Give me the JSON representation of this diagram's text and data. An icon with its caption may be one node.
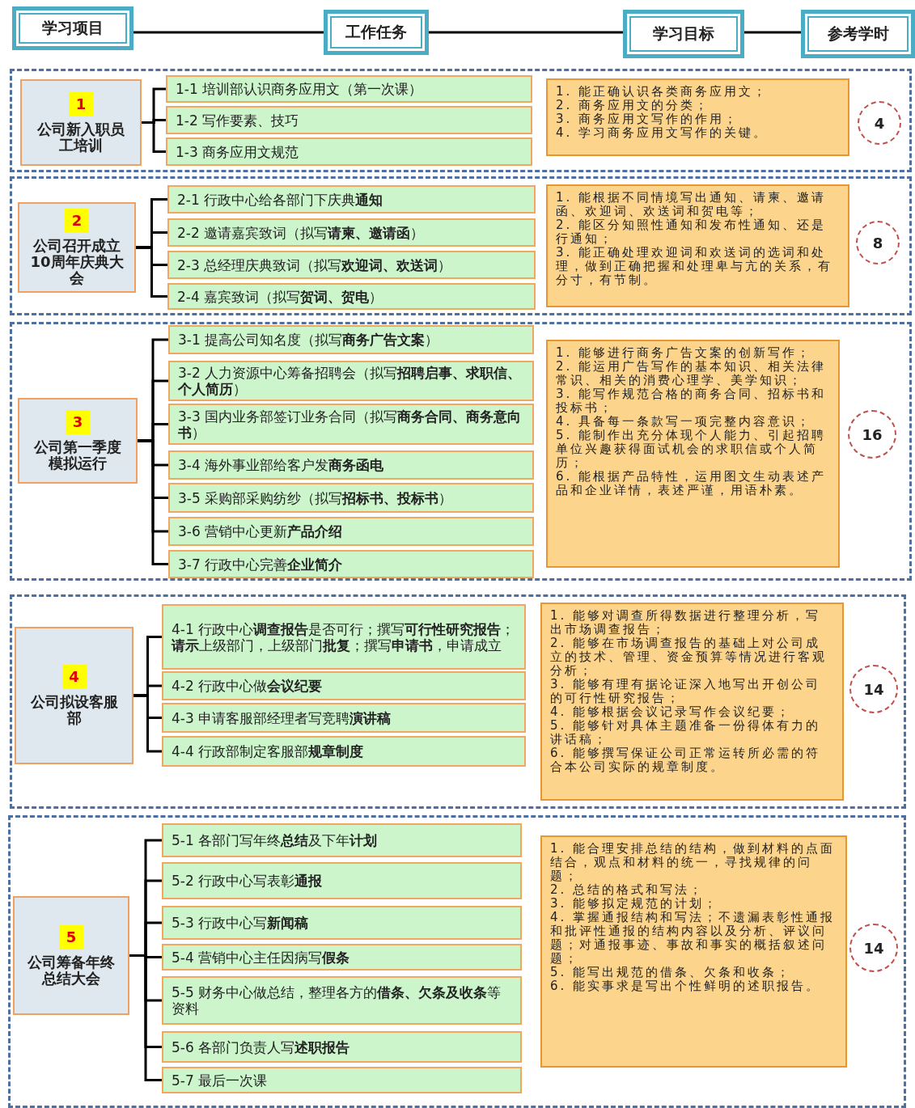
{
  "diagram": {
    "nodes": [
      {
        "text": [
          "学习项目"
        ]
      },
      {
        "text": [
          "工作任务"
        ]
      },
      {
        "text": [
          "学习目标"
        ]
      },
      {
        "text": [
          "参考学时"
        ]
      },
      {
        "text": [],
        "shape": "box"
      },
      {
        "text": [
          "1",
          "公司新入职员工培训"
        ],
        "in": 4
      },
      {
        "text": [
          "1-1 培训部认识商务应用文（第一次课）"
        ],
        "in": 4
      },
      {
        "text": [
          "1-2 写作要素、技巧"
        ],
        "in": 4
      },
      {
        "text": [
          "1-3 商务应用文规范"
        ],
        "in": 4
      },
      {
        "text": [
          "1. 能正确认识各类商务应用文；",
          "2. 商务应用文的分类；",
          "3. 商务应用文写作的作用；",
          "4. 学习商务应用文写作的关键。"
        ],
        "in": 4
      },
      {
        "text": [
          "4"
        ],
        "in": 4
      },
      {
        "text": [],
        "shape": "box"
      },
      {
        "text": [
          "2",
          "公司召开成立10周年庆典大会"
        ],
        "in": 11
      },
      {
        "text": [
          "2-1 行政中心给各部门下庆典**通知**"
        ],
        "in": 11
      },
      {
        "text": [
          "2-2 邀请嘉宾致词（拟写**请柬、邀请函**）"
        ],
        "in": 11
      },
      {
        "text": [
          "2-3 总经理庆典致词（拟写**欢迎词、欢送词**）"
        ],
        "in": 11
      },
      {
        "text": [
          "2-4 嘉宾致词（拟写**贺词、贺电**）"
        ],
        "in": 11
      },
      {
        "text": [
          "1. 能根据不同情境写出通知、请柬、邀请函、欢迎词、欢送词和贺电等；",
          "2. 能区分知照性通知和发布性通知、还是行通知；",
          "3. 能正确处理欢迎词和欢送词的选词和处理，做到正确把握和处理卑与亢的关系，有分寸，有节制。"
        ],
        "in": 11
      },
      {
        "text": [
          "8"
        ],
        "in": 11
      },
      {
        "text": [],
        "shape": "box"
      },
      {
        "text": [
          "3",
          "公司第一季度模拟运行"
        ],
        "in": 19
      },
      {
        "text": [
          "3-1 提高公司知名度（拟写**商务广告文案**）"
        ],
        "in": 19
      },
      {
        "text": [
          "3-2 人力资源中心筹备招聘会（拟写**招聘启事、求职信、个人简历**）"
        ],
        "in": 19
      },
      {
        "text": [
          "3-3 国内业务部签订业务合同（拟写**商务合同、商务意向书**）"
        ],
        "in": 19
      },
      {
        "text": [
          "3-4 海外事业部给客户发**商务函电**"
        ],
        "in": 19
      },
      {
        "text": [
          "3-5 采购部采购纺纱（拟写**招标书、投标书**）"
        ],
        "in": 19
      },
      {
        "text": [
          "3-6 营销中心更新**产品介绍**"
        ],
        "in": 19
      },
      {
        "text": [
          "3-7 行政中心完善**企业简介**"
        ],
        "in": 19
      },
      {
        "text": [
          "1. 能够进行商务广告文案的创新写作；",
          "2. 能运用广告写作的基本知识、相关法律常识、相关的消费心理学、美学知识；",
          "3. 能写作规范合格的商务合同、招标书和投标书；",
          "4. 具备每一条款写一项完整内容意识；",
          "5. 能制作出充分体现个人能力、引起招聘单位兴趣获得面试机会的求职信或个人简历；",
          "6. 能根据产品特性，运用图文生动表述产品和企业详情，表述严谨，用语朴素。"
        ],
        "in": 19
      },
      {
        "text": [
          "16"
        ],
        "in": 19
      },
      {
        "text": [],
        "shape": "box"
      },
      {
        "text": [
          "4",
          "公司拟设客服部"
        ],
        "in": 30
      },
      {
        "text": [
          "4-1 行政中心**调查报告**是否可行；撰写**可行性研究报告**；**请示**上级部门，上级部门**批复**；撰写**申请书**，申请成立"
        ],
        "in": 30
      },
      {
        "text": [
          "4-2 行政中心做**会议纪要**"
        ],
        "in": 30
      },
      {
        "text": [
          "4-3 申请客服部经理者写竞聘**演讲稿**"
        ],
        "in": 30
      },
      {
        "text": [
          "4-4 行政部制定客服部**规章制度**"
        ],
        "in": 30
      },
      {
        "text": [
          "1. 能够对调查所得数据进行整理分析，写出市场调查报告；",
          "2. 能够在市场调查报告的基础上对公司成立的技术、管理、资金预算等情况进行客观分析；",
          "3. 能够有理有据论证深入地写出开创公司的可行性研究报告；",
          "4. 能够根据会议记录写作会议纪要；",
          "5. 能够针对具体主题准备一份得体有力的讲话稿；",
          "6. 能够撰写保证公司正常运转所必需的符合本公司实际的规章制度。"
        ],
        "in": 30
      },
      {
        "text": [
          "14"
        ],
        "in": 30
      },
      {
        "text": [],
        "shape": "box"
      },
      {
        "text": [
          "5",
          "公司筹备年终总结大会"
        ],
        "in": 38
      },
      {
        "text": [
          "5-1 各部门写年终**总结**及下年**计划**"
        ],
        "in": 38
      },
      {
        "text": [
          "5-2 行政中心写表彰**通报**"
        ],
        "in": 38
      },
      {
        "text": [
          "5-3 行政中心写**新闻稿**"
        ],
        "in": 38
      },
      {
        "text": [
          "5-4 营销中心主任因病写**假条**"
        ],
        "in": 38
      },
      {
        "text": [
          "5-5 财务中心做总结，整理各方的**借条、欠条及收条**等资料"
        ],
        "in": 38
      },
      {
        "text": [
          "5-6 各部门负责人写**述职报告**"
        ],
        "in": 38
      },
      {
        "text": [
          "5-7 最后一次课"
        ],
        "in": 38
      },
      {
        "text": [
          "1. 能合理安排总结的结构，做到材料的点面结合，观点和材料的统一，寻找规律的问题；",
          "2. 总结的格式和写法；",
          "3. 能够拟定规范的计划；",
          "4. 掌握通报结构和写法；不遗漏表彰性通报和批评性通报的结构内容以及分析、评议问题；对通报事迹、事故和事实的概括叙述问题；",
          "5. 能写出规范的借条、欠条和收条；",
          "6. 能实事求是写出个性鲜明的述职报告。"
        ],
        "in": 38
      },
      {
        "text": [
          "14"
        ],
        "in": 38
      }
    ],
    "edges": [
      {
        "from": 0,
        "to": 1,
        "arrow": "none"
      },
      {
        "from": 1,
        "to": 2,
        "arrow": "none"
      },
      {
        "from": 2,
        "to": 3,
        "arrow": "none"
      },
      {
        "from": 5,
        "to": 6,
        "arrow": "none"
      },
      {
        "from": 5,
        "to": 7,
        "arrow": "none"
      },
      {
        "from": 5,
        "to": 8,
        "arrow": "none"
      },
      {
        "from": 12,
        "to": 13,
        "arrow": "none"
      },
      {
        "from": 12,
        "to": 14,
        "arrow": "none"
      },
      {
        "from": 12,
        "to": 15,
        "arrow": "none"
      },
      {
        "from": 12,
        "to": 16,
        "arrow": "none"
      },
      {
        "from": 20,
        "to": 21,
        "arrow": "none"
      },
      {
        "from": 20,
        "to": 22,
        "arrow": "none"
      },
      {
        "from": 20,
        "to": 23,
        "arrow": "none"
      },
      {
        "from": 20,
        "to": 24,
        "arrow": "none"
      },
      {
        "from": 20,
        "to": 25,
        "arrow": "none"
      },
      {
        "from": 20,
        "to": 26,
        "arrow": "none"
      },
      {
        "from": 20,
        "to": 27,
        "arrow": "none"
      },
      {
        "from": 31,
        "to": 32,
        "arrow": "none"
      },
      {
        "from": 31,
        "to": 33,
        "arrow": "none"
      },
      {
        "from": 31,
        "to": 34,
        "arrow": "none"
      },
      {
        "from": 31,
        "to": 35,
        "arrow": "none"
      },
      {
        "from": 39,
        "to": 40,
        "arrow": "none"
      },
      {
        "from": 39,
        "to": 41,
        "arrow": "none"
      },
      {
        "from": 39,
        "to": 42,
        "arrow": "none"
      },
      {
        "from": 39,
        "to": 43,
        "arrow": "none"
      },
      {
        "from": 39,
        "to": 44,
        "arrow": "none"
      },
      {
        "from": 39,
        "to": 45,
        "arrow": "none"
      },
      {
        "from": 39,
        "to": 46,
        "arrow": "none"
      }
    ]
  }
}
